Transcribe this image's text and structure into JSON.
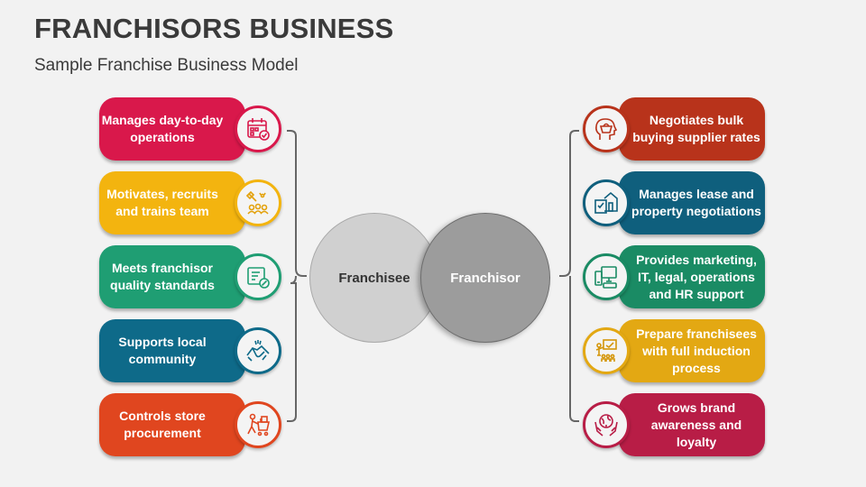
{
  "title": "FRANCHISORS BUSINESS",
  "subtitle": "Sample Franchise Business Model",
  "venn": {
    "left": "Franchisee",
    "right": "Franchisor"
  },
  "left_items": [
    {
      "label": "Manages day-to-day operations",
      "color": "#d9184b",
      "icon": "calendar-icon"
    },
    {
      "label": "Motivates, recruits and trains team",
      "color": "#f3b40f",
      "icon": "team-training-icon"
    },
    {
      "label": "Meets franchisor quality standards",
      "color": "#1f9e73",
      "icon": "quality-checklist-icon"
    },
    {
      "label": "Supports local community",
      "color": "#0e6a89",
      "icon": "handshake-icon"
    },
    {
      "label": "Controls store procurement",
      "color": "#e0461f",
      "icon": "shopping-trolley-icon"
    }
  ],
  "right_items": [
    {
      "label": "Negotiates bulk buying supplier rates",
      "color": "#b8331b",
      "icon": "head-basket-icon"
    },
    {
      "label": "Manages lease and property negotiations",
      "color": "#0f5f7d",
      "icon": "property-icon"
    },
    {
      "label": "Provides marketing, IT, legal, operations and HR support",
      "color": "#1a8b64",
      "icon": "support-devices-icon"
    },
    {
      "label": "Prepare franchisees with full induction process",
      "color": "#e3a813",
      "icon": "training-presentation-icon"
    },
    {
      "label": "Grows brand awareness and loyalty",
      "color": "#b81d46",
      "icon": "globe-hands-icon"
    }
  ]
}
